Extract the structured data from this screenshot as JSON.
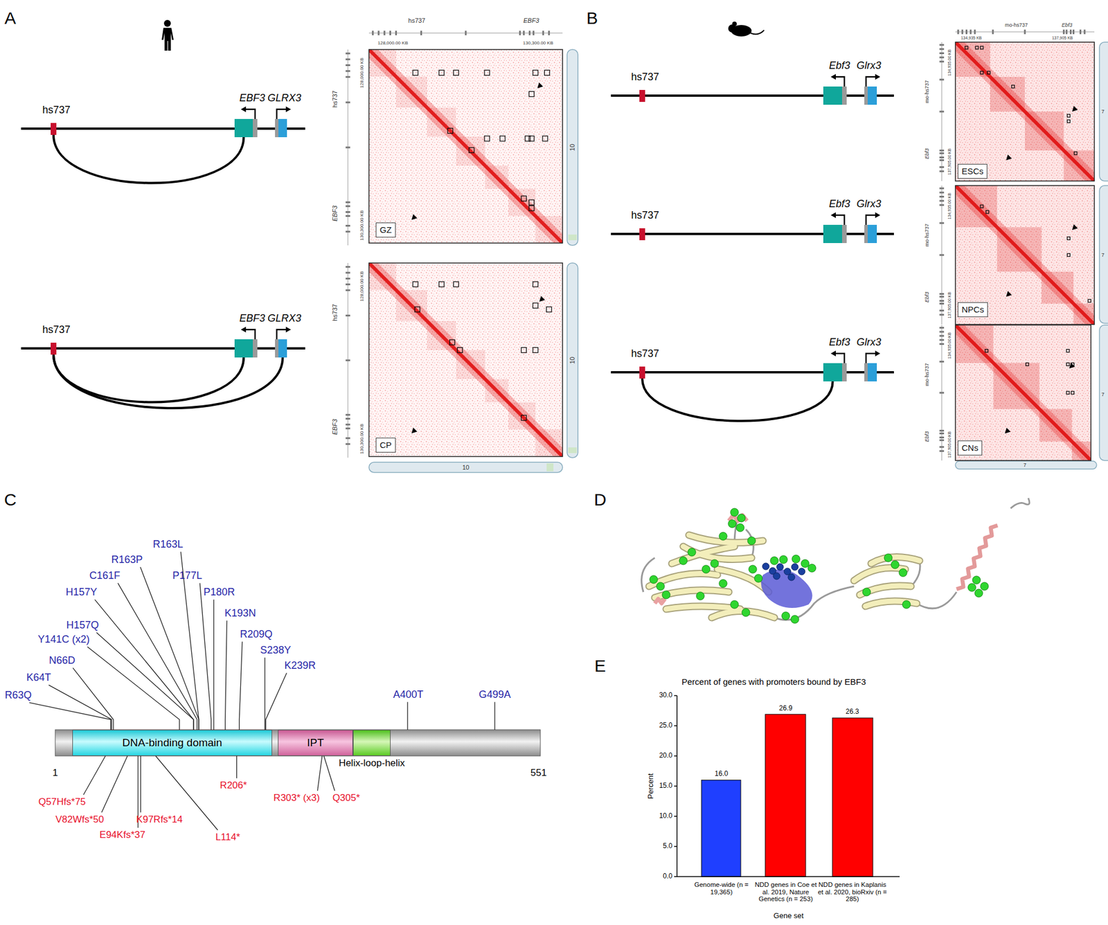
{
  "diagram": {
    "nodes": [
      {
        "text": [
          "hs737"
        ]
      },
      {
        "text": [
          "EBF3"
        ]
      },
      {
        "text": [
          "GLRX3"
        ]
      },
      {
        "text": [
          "hs737"
        ]
      },
      {
        "text": [
          "EBF3"
        ]
      },
      {
        "text": [
          "GLRX3"
        ]
      },
      {
        "text": [
          "GZ"
        ]
      },
      {
        "text": [
          "CP"
        ]
      },
      {
        "text": [
          "hs737"
        ]
      },
      {
        "text": [
          "Ebf3"
        ]
      },
      {
        "text": [
          "Glrx3"
        ]
      },
      {
        "text": [
          "hs737"
        ]
      },
      {
        "text": [
          "Ebf3"
        ]
      },
      {
        "text": [
          "Glrx3"
        ]
      },
      {
        "text": [
          "hs737"
        ]
      },
      {
        "text": [
          "Ebf3"
        ]
      },
      {
        "text": [
          "Glrx3"
        ]
      },
      {
        "text": [
          "ESCs"
        ]
      },
      {
        "text": [
          "NPCs"
        ]
      },
      {
        "text": [
          "CNs"
        ]
      },
      {
        "text": [
          "DNA-binding domain"
        ]
      },
      {
        "text": [
          "IPT"
        ]
      },
      {
        "text": [
          "Helix-loop-helix"
        ]
      }
    ],
    "edges": [
      {
        "from": 0,
        "to": 1,
        "arrow": "none"
      },
      {
        "from": 3,
        "to": 4,
        "arrow": "none"
      },
      {
        "from": 3,
        "to": 5,
        "arrow": "none"
      },
      {
        "from": 14,
        "to": 15,
        "arrow": "none"
      }
    ],
    "labels": [
      "A",
      "B",
      "C",
      "D",
      "E",
      "hs737",
      "EBF3",
      "128,000.00 KB",
      "130,300.00 KB",
      "hs737",
      "EBF3",
      "128,000.00 KB",
      "130,300.00 KB",
      "10",
      "hs737",
      "EBF3",
      "128,000.00 KB",
      "130,300.00 KB",
      "10",
      "10",
      "mo-hs737",
      "Ebf3",
      "134,935 KB",
      "137,905 KB",
      "mo-hs737",
      "Ebf3",
      "134,935.00 KB",
      "137,905.00 KB",
      "7",
      "mo-hs737",
      "Ebf3",
      "134,935.00 KB",
      "137,905.00 KB",
      "7",
      "mo-hs737",
      "Ebf3",
      "134,935.00 KB",
      "137,905.00 KB",
      "7",
      "7",
      "R63Q",
      "K64T",
      "N66D",
      "Y141C (x2)",
      "H157Q",
      "H157Y",
      "C161F",
      "R163P",
      "R163L",
      "P177L",
      "P180R",
      "K193N",
      "R209Q",
      "S238Y",
      "K239R",
      "A400T",
      "G499A",
      "1",
      "551",
      "Q57Hfs*75",
      "V82Wfs*50",
      "E94Kfs*37",
      "K97Rfs*14",
      "L114*",
      "R206*",
      "R303* (x3)",
      "Q305*",
      "Percent of genes with promoters bound by EBF3",
      "30.0",
      "25.0",
      "20.0",
      "15.0",
      "10.0",
      "5.0",
      "0.0",
      "Percent",
      "16.0",
      "26.9",
      "26.3",
      "Genome-wide (n = 19,365)",
      "NDD genes in Coe et al. 2019, Nature Genetics (n = 253)",
      "NDD genes in Kaplanis et al. 2020, bioRxiv (n = 285)",
      "Gene set"
    ]
  }
}
